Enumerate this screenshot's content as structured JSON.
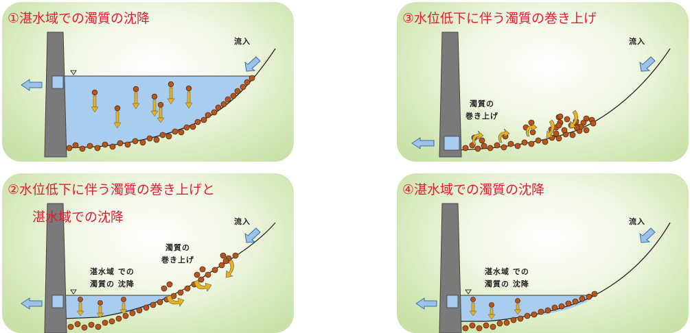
{
  "panels": [
    {
      "id": "p1",
      "title": "①湛水域での濁質の沈降",
      "inflow_label": "流入"
    },
    {
      "id": "p3",
      "title": "③水位低下に伴う濁質の巻き上げ",
      "inflow_label": "流入",
      "resuspension_label": [
        "濁質の",
        "巻き上げ"
      ]
    },
    {
      "id": "p2",
      "title_line1": "②水位低下に伴う濁質の巻き上げと",
      "title_line2": "湛水域での沈降",
      "inflow_label": "流入",
      "resuspension_label": [
        "濁質の",
        "巻き上げ"
      ],
      "settling_label": [
        "湛水域 での",
        "濁質の 沈降"
      ]
    },
    {
      "id": "p4",
      "title": "④湛水域での濁質の沈降",
      "inflow_label": "流入",
      "settling_label": [
        "湛水域 での",
        "濁質の 沈降"
      ]
    }
  ],
  "colors": {
    "title": "#e8192c",
    "water": "#a9cdee",
    "dam": "#7a7a7a",
    "particle": "#b5561f",
    "arrow_yellow": "#e8b21e",
    "arrow_blue": "#9cc2e8"
  },
  "icons": [
    "dam-tower",
    "outflow-arrow",
    "inflow-arrow",
    "water-level-icon",
    "sediment-particle",
    "settling-arrow",
    "resuspension-arrow"
  ]
}
